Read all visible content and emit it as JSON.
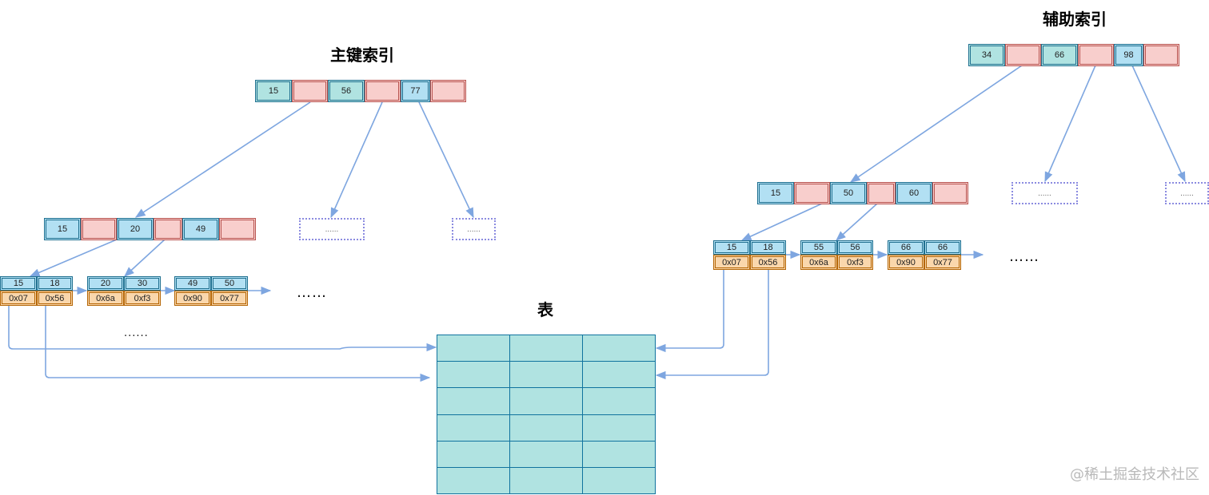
{
  "titles": {
    "primary": "主键索引",
    "secondary": "辅助索引",
    "table": "表"
  },
  "ellipsis": {
    "dots": "……",
    "dots_short": "......"
  },
  "primary": {
    "root": [
      "15",
      "",
      "56",
      "",
      "77",
      ""
    ],
    "level2": [
      "15",
      "",
      "20",
      "",
      "49",
      ""
    ],
    "leaf1": {
      "keys": [
        "15",
        "18"
      ],
      "addrs": [
        "0x07",
        "0x56"
      ]
    },
    "leaf2": {
      "keys": [
        "20",
        "30"
      ],
      "addrs": [
        "0x6a",
        "0xf3"
      ]
    },
    "leaf3": {
      "keys": [
        "49",
        "50"
      ],
      "addrs": [
        "0x90",
        "0x77"
      ]
    }
  },
  "secondary": {
    "root": [
      "34",
      "",
      "66",
      "",
      "98",
      ""
    ],
    "level2": [
      "15",
      "",
      "50",
      "",
      "60",
      ""
    ],
    "leaf1": {
      "keys": [
        "15",
        "18"
      ],
      "addrs": [
        "0x07",
        "0x56"
      ]
    },
    "leaf2": {
      "keys": [
        "55",
        "56"
      ],
      "addrs": [
        "0x6a",
        "0xf3"
      ]
    },
    "leaf3": {
      "keys": [
        "66",
        "66"
      ],
      "addrs": [
        "0x90",
        "0x77"
      ]
    }
  },
  "watermark": "@稀土掘金技术社区",
  "colors": {
    "arrow": "#7ea6e0",
    "key_blue": "#b2e0f3",
    "key_teal": "#b0e3e1",
    "pointer_red": "#f8cecc",
    "address_orange": "#fad7ac"
  }
}
